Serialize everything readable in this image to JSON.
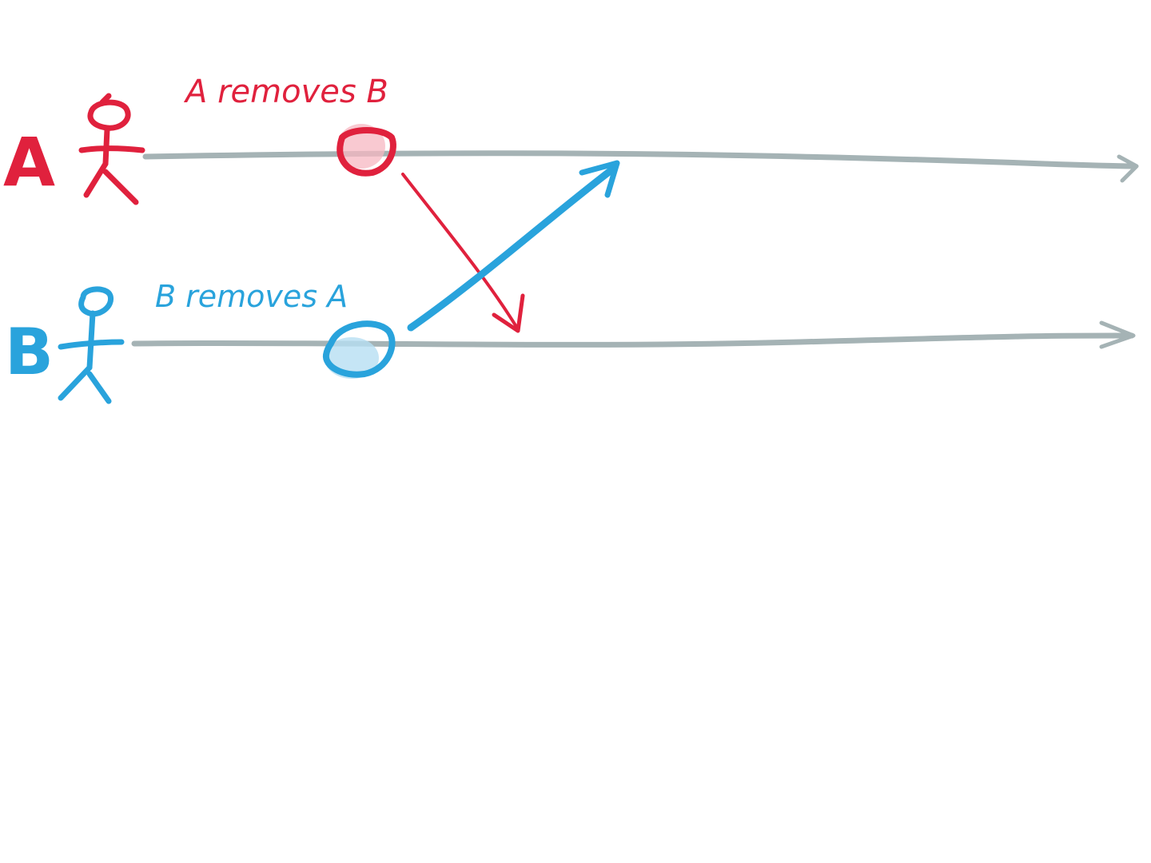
{
  "diagram": {
    "actors": [
      {
        "id": "A",
        "label": "A",
        "event_label": "A removes B",
        "color": "#e0213d",
        "fill": "#f7b7c1"
      },
      {
        "id": "B",
        "label": "B",
        "event_label": "B removes A",
        "color": "#29a3dc",
        "fill": "#b7dff3"
      }
    ],
    "timeline_color": "#a5b3b5",
    "messages": [
      {
        "from": "A",
        "to": "B",
        "color": "#e0213d"
      },
      {
        "from": "B",
        "to": "A",
        "color": "#29a3dc"
      }
    ]
  }
}
